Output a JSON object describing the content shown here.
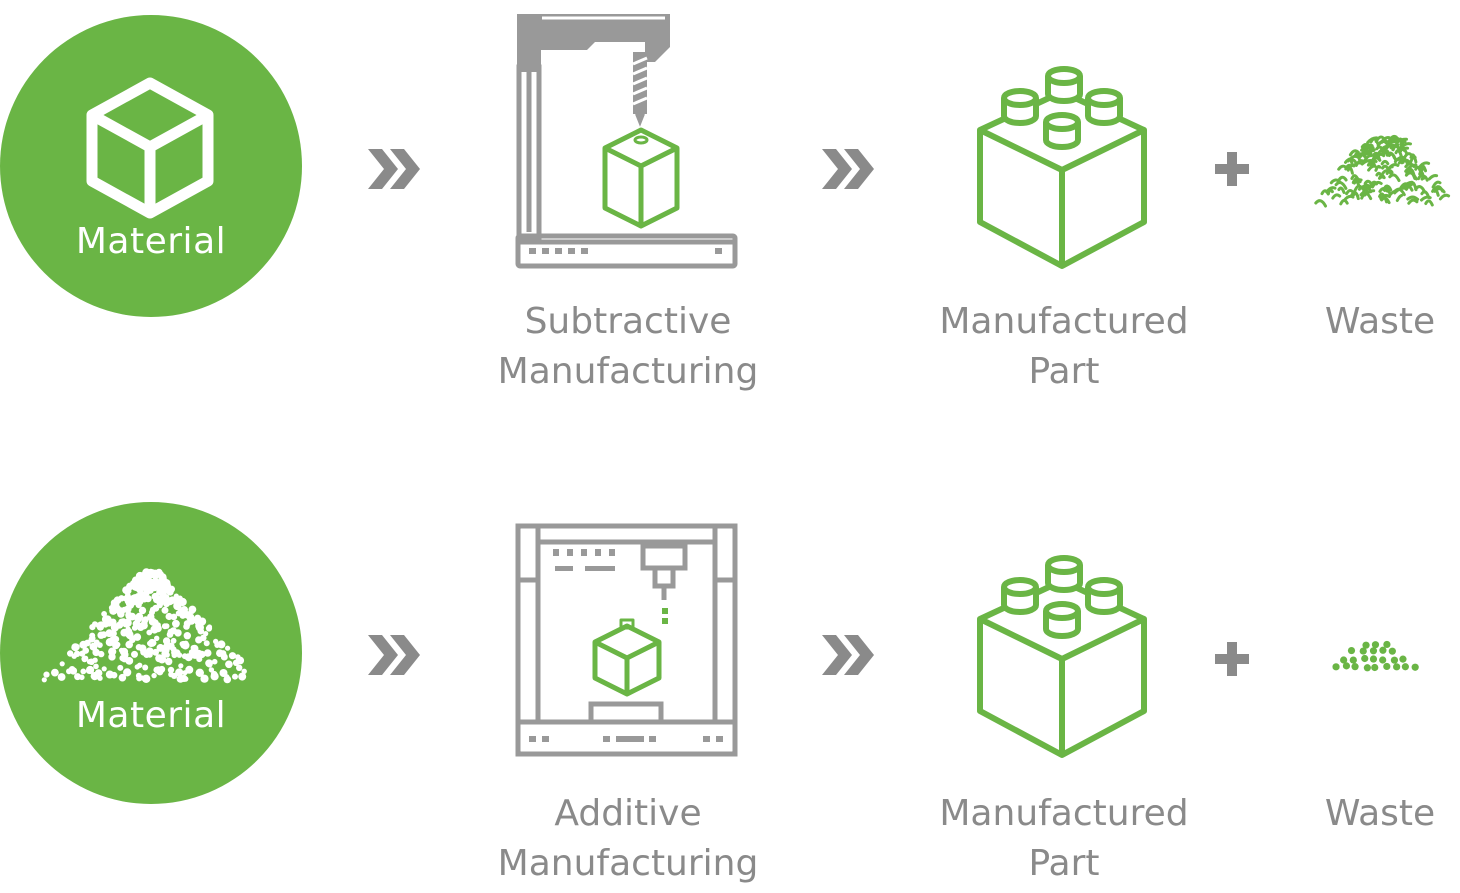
{
  "colors": {
    "green": "#6ab545",
    "gray": "#8a8a8a",
    "icon_gray": "#999999"
  },
  "rows": [
    {
      "material_label": "Material",
      "material_icon": "cube-icon",
      "process": {
        "line1": "Subtractive",
        "line2": "Manufacturing",
        "icon": "cnc-mill-icon"
      },
      "part": {
        "line1": "Manufactured",
        "line2": "Part",
        "icon": "brick-icon"
      },
      "waste": {
        "label": "Waste",
        "icon": "shavings-pile-icon"
      }
    },
    {
      "material_label": "Material",
      "material_icon": "powder-pile-icon",
      "process": {
        "line1": "Additive",
        "line2": "Manufacturing",
        "icon": "3d-printer-icon"
      },
      "part": {
        "line1": "Manufactured",
        "line2": "Part",
        "icon": "brick-icon"
      },
      "waste": {
        "label": "Waste",
        "icon": "small-pellet-pile-icon"
      }
    }
  ]
}
